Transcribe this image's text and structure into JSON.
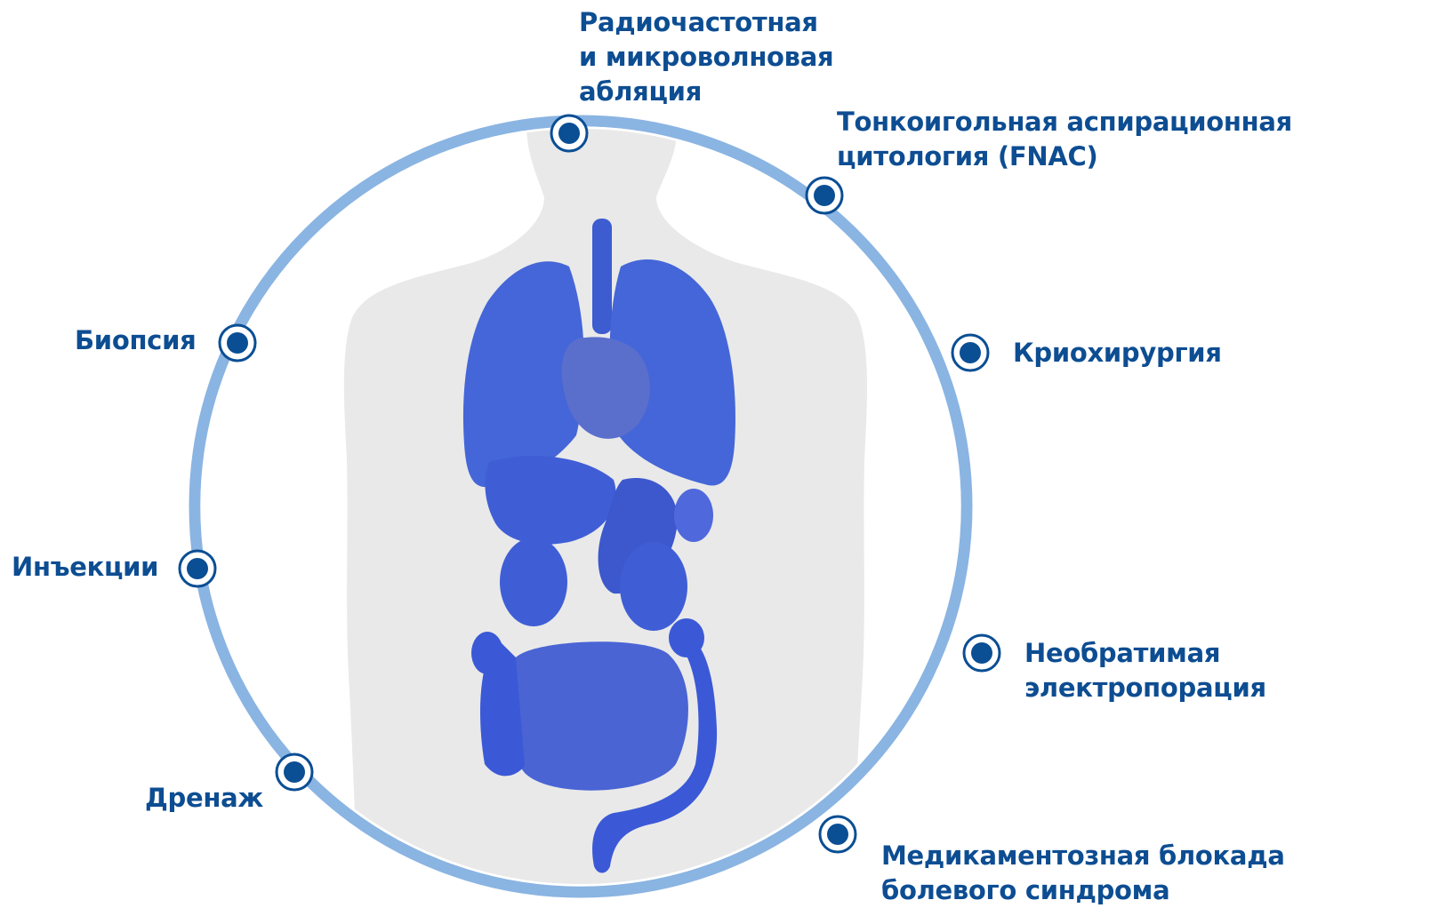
{
  "diagram": {
    "colors": {
      "ring": "#8ab4e2",
      "marker_fill": "#0a4e94",
      "marker_ring": "#ffffff",
      "label_text": "#0d4d92",
      "body_silhouette": "#e9e9e9",
      "organs": "#4566d8"
    },
    "procedures": [
      {
        "id": "ablation",
        "label": "Радиочастотная\nи микроволновая\nабляция",
        "icon": "marker-dot"
      },
      {
        "id": "fnac",
        "label": "Тонкоигольная аспирационная\nцитология (FNAC)",
        "icon": "marker-dot"
      },
      {
        "id": "cryosurgery",
        "label": "Криохирургия",
        "icon": "marker-dot"
      },
      {
        "id": "electroporation",
        "label": "Необратимая электропорация",
        "icon": "marker-dot"
      },
      {
        "id": "pain-block",
        "label": "Медикаментозная блокада\nболевого синдрома",
        "icon": "marker-dot"
      },
      {
        "id": "drainage",
        "label": "Дренаж",
        "icon": "marker-dot"
      },
      {
        "id": "injections",
        "label": "Инъекции",
        "icon": "marker-dot"
      },
      {
        "id": "biopsy",
        "label": "Биопсия",
        "icon": "marker-dot"
      }
    ]
  }
}
